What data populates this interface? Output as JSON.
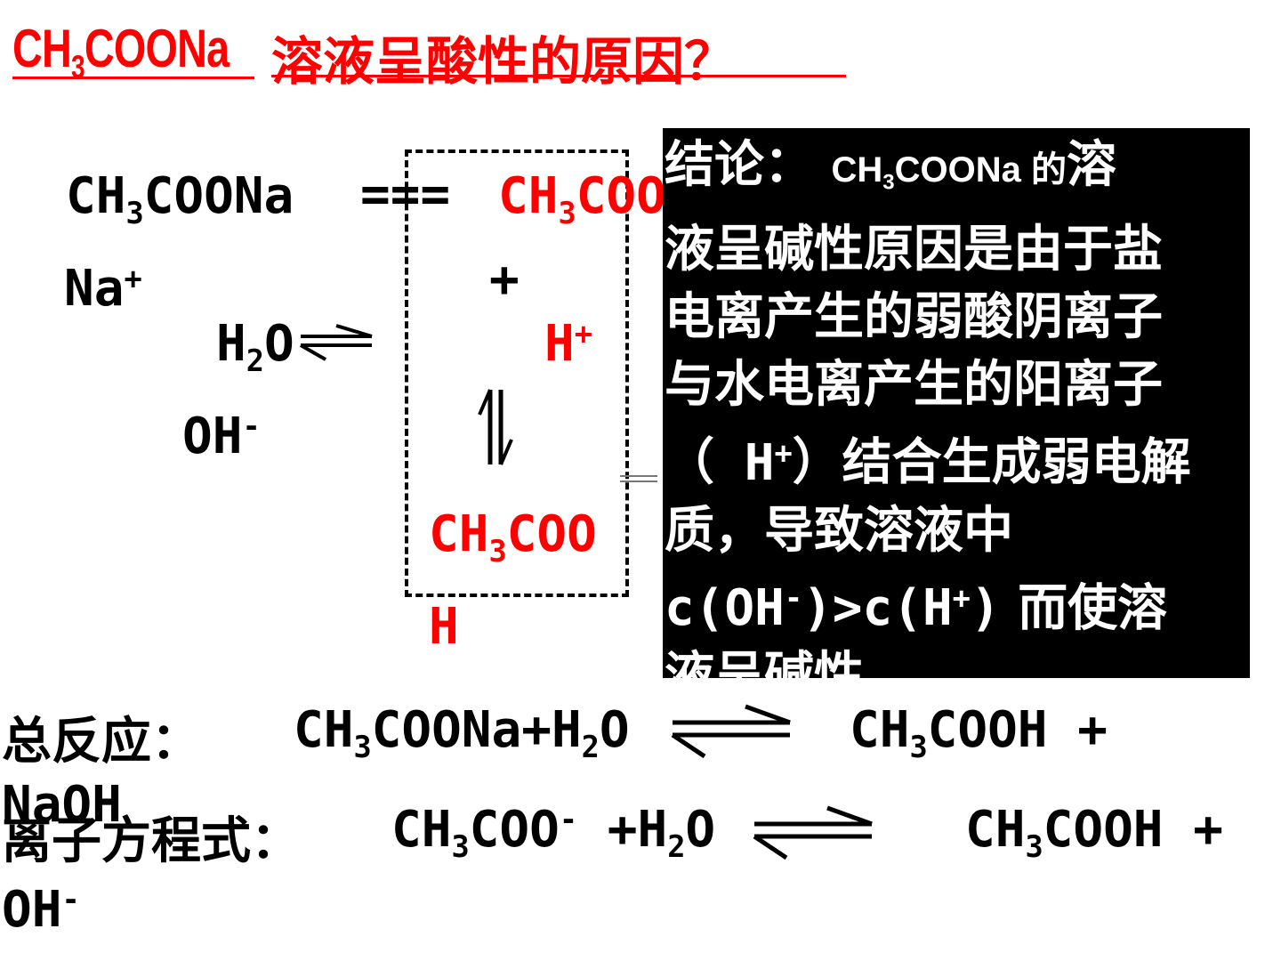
{
  "title": {
    "formula_prefix": "CH",
    "formula_sub": "3",
    "formula_suffix": "COONa",
    "question": "溶液呈酸性的原因？"
  },
  "ionization": {
    "salt_prefix": "CH",
    "salt_sub": "3",
    "salt_suffix": "COONa",
    "equals": "===",
    "anion_prefix": "CH",
    "anion_sub": "3",
    "anion_suffix": "COO",
    "cation": "Na",
    "cation_charge": "+"
  },
  "water": {
    "prefix": "H",
    "sub": "2",
    "suffix": "O",
    "plus": "+",
    "h_ion": "H",
    "h_charge": "+",
    "oh_ion": "OH",
    "oh_charge": "-"
  },
  "product": {
    "prefix": "CH",
    "sub": "3",
    "suffix": "COO",
    "tail": "H"
  },
  "conclusion": {
    "label": "结论：",
    "formula_prefix": "CH",
    "formula_sub": "3",
    "formula_suffix": "COONa",
    "de": " 的",
    "line1_end": "溶",
    "line2": "液呈碱性原因是由于盐",
    "line3": "电离产生的弱酸阴离子",
    "line4": "与水电离产生的阳离子",
    "line5_open": "（",
    "line5_h": " H",
    "line5_charge": "+",
    "line5_rest": "）结合生成弱电解",
    "line6": "质，导致溶液中",
    "line7_a": "c(OH",
    "line7_minus": "-",
    "line7_b": ")>c(H",
    "line7_plus": "+",
    "line7_c": ")",
    "line7_d": " 而使溶",
    "line8": "液呈碱性。"
  },
  "total_reaction": {
    "label": "总反应：",
    "reactant_prefix": "CH",
    "reactant_sub": "3",
    "reactant_suffix": "COONa+H",
    "water_sub": "2",
    "water_suffix": "O",
    "product_prefix": "CH",
    "product_sub": "3",
    "product_suffix": "COOH +",
    "wrap": "NaOH"
  },
  "ionic_equation": {
    "label": "离子方程式：",
    "reactant_prefix": "CH",
    "reactant_sub": "3",
    "reactant_suffix": "COO",
    "reactant_charge": "-",
    "water_prefix": " +H",
    "water_sub": "2",
    "water_suffix": "O",
    "product_prefix": "CH",
    "product_sub": "3",
    "product_suffix": "COOH +",
    "wrap": "OH",
    "wrap_charge": "-"
  }
}
